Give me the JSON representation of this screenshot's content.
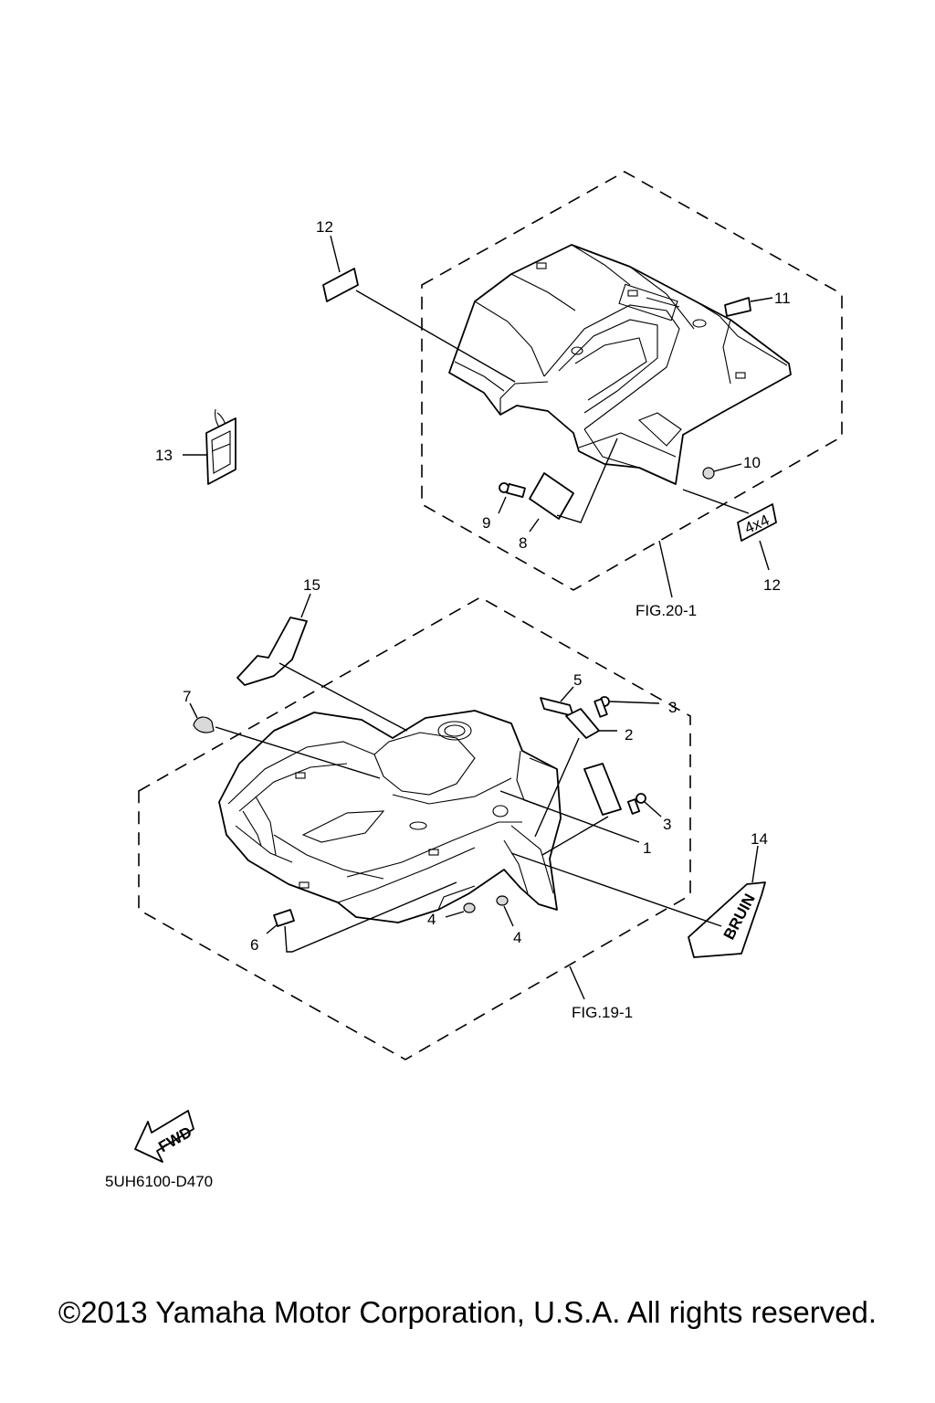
{
  "callouts": {
    "c1": "1",
    "c2": "2",
    "c3a": "3",
    "c3b": "3",
    "c4a": "4",
    "c4b": "4",
    "c5": "5",
    "c6": "6",
    "c7": "7",
    "c8": "8",
    "c9": "9",
    "c10": "10",
    "c11": "11",
    "c12a": "12",
    "c12b": "12",
    "c13": "13",
    "c14": "14",
    "c15": "15"
  },
  "figure_refs": {
    "rear": "FIG.20-1",
    "front": "FIG.19-1"
  },
  "fwd_label": "FWD",
  "diagram_code": "5UH6100-D470",
  "copyright": "©2013 Yamaha Motor Corporation, U.S.A. All rights reserved.",
  "decal_text": {
    "bruin": "BRUIN",
    "fourx4": "4x4"
  }
}
